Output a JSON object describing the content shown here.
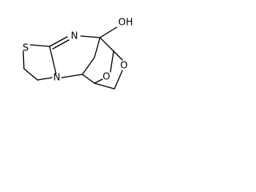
{
  "atoms": {
    "sulfur": "S",
    "imine_nitrogen": "N",
    "hydroxyl": "OH",
    "ring_nitrogen": "N",
    "ether_oxygen_inner": "O",
    "ether_oxygen_right": "O"
  },
  "colors": {
    "bond": "#000000",
    "background": "#ffffff"
  }
}
